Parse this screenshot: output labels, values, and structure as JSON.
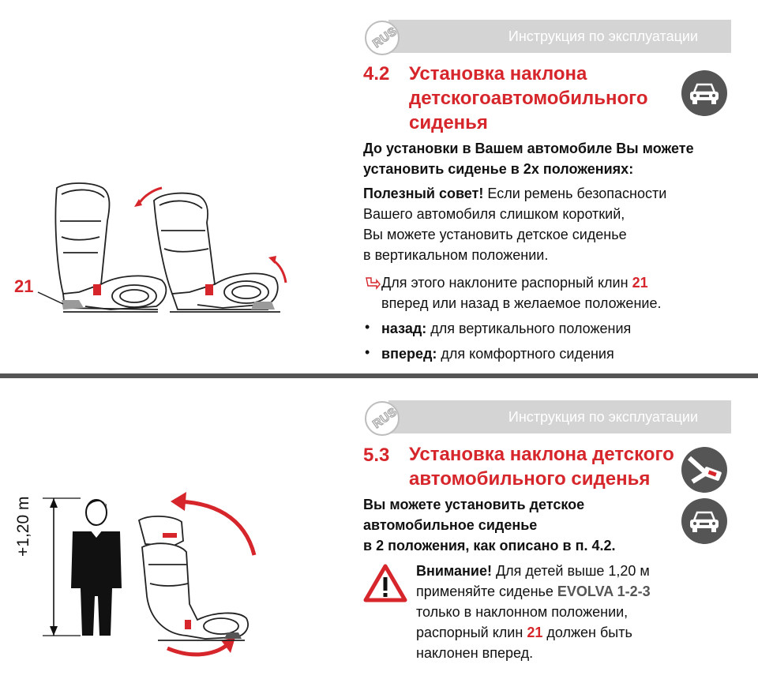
{
  "section1": {
    "header": "Инструкция по эксплуатации",
    "badge": "RUS",
    "number": "4.2",
    "title_line1": "Установка наклона",
    "title_line2": "детскогоавтомобильного",
    "title_line3": "сиденья",
    "intro_line1": "До установки в Вашем автомобиле Вы можете",
    "intro_line2": "установить сиденье в 2х положениях:",
    "tip_label": "Полезный совет!",
    "tip_line1": "Если ремень безопасности",
    "tip_line2": "Вашего автомобиля слишком короткий,",
    "tip_line3": "Вы можете установить детское сиденье",
    "tip_line4": "в вертикальном положении.",
    "instr_line1_pre": "Для этого наклоните распорный клин",
    "instr_num": "21",
    "instr_line2": "вперед или назад в желаемое положение.",
    "bullet1_label": "назад:",
    "bullet1_text": "для вертикального положения",
    "bullet2_label": "вперед:",
    "bullet2_text": "для комфортного сидения",
    "bullet_symbol": "•",
    "figure_label": "21",
    "icon": "car-front-icon"
  },
  "section2": {
    "header": "Инструкция по эксплуатации",
    "badge": "RUS",
    "number": "5.3",
    "title_line1": "Установка наклона детского",
    "title_line2": "автомобильного сиденья",
    "intro_line1": "Вы можете установить детское",
    "intro_line2": "автомобильное сиденье",
    "intro_line3": "в 2 положения, как описано в п. 4.2.",
    "warn_label": "Внимание!",
    "warn_line1": "Для детей выше 1,20 м",
    "warn_line2_pre": "применяйте сиденье",
    "warn_product": "EVOLVA 1-2-3",
    "warn_line3": "только в наклонном положении,",
    "warn_line4_pre": "распорный клин",
    "warn_num": "21",
    "warn_line4_post": "должен быть",
    "warn_line5": "наклонен вперед.",
    "height_label": "+1,20 m",
    "icons": [
      "seatbelt-icon",
      "car-front-icon",
      "warning-triangle-icon"
    ]
  },
  "colors": {
    "accent": "#d6262b",
    "header_bg": "#d4d4d4",
    "divider": "#555555",
    "icon_bg": "#555555"
  }
}
